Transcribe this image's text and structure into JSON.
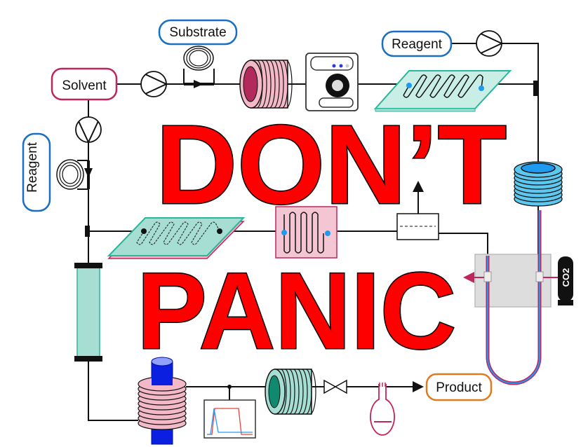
{
  "labels": {
    "substrate": "Substrate",
    "solvent": "Solvent",
    "reagent_left": "Reagent",
    "reagent_top": "Reagent",
    "product": "Product",
    "co2": "CO2"
  },
  "headline": {
    "line1": "DON’T",
    "line2": "PANIC"
  },
  "colors": {
    "headline": "#ff0000",
    "reagent_border": "#1b6fc0",
    "solvent_border": "#c0255e",
    "product_border": "#e07a1f",
    "chip_green": "#a6ded3",
    "coil_pink": "#f4b9c8",
    "coil_blue": "#5cc8f0"
  }
}
